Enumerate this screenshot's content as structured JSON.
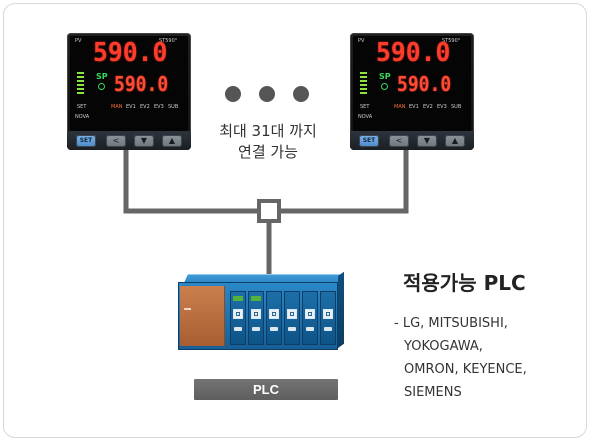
{
  "controllers": [
    {
      "pv_label": "PV",
      "model": "ST590°",
      "pv_value": "590.0",
      "sp_label": "SP",
      "sp_value": "590.0",
      "set_label": "SET",
      "brand": "NOVA",
      "indicators": [
        "MAN",
        "EV1",
        "EV2",
        "EV3",
        "SUB"
      ],
      "keys": [
        "SET",
        "<",
        "▼",
        "▲"
      ]
    },
    {
      "pv_label": "PV",
      "model": "ST590°",
      "pv_value": "590.0",
      "sp_label": "SP",
      "sp_value": "590.0",
      "set_label": "SET",
      "brand": "NOVA",
      "indicators": [
        "MAN",
        "EV1",
        "EV2",
        "EV3",
        "SUB"
      ],
      "keys": [
        "SET",
        "<",
        "▼",
        "▲"
      ]
    }
  ],
  "connection_text": {
    "line1": "최대 31대 까지",
    "line2": "연결 가능"
  },
  "plc": {
    "label": "PLC"
  },
  "compatible_plc": {
    "title": "적용가능 PLC",
    "lines": [
      "- LG, MITSUBISHI,",
      "YOKOGAWA,",
      "OMRON, KEYENCE,",
      "SIEMENS"
    ]
  },
  "colors": {
    "wire": "#666666",
    "display_red": "#ff3b2b",
    "display_green": "#38d85a",
    "plc_blue": "#1d6fa9",
    "label_gray": "#666666"
  }
}
